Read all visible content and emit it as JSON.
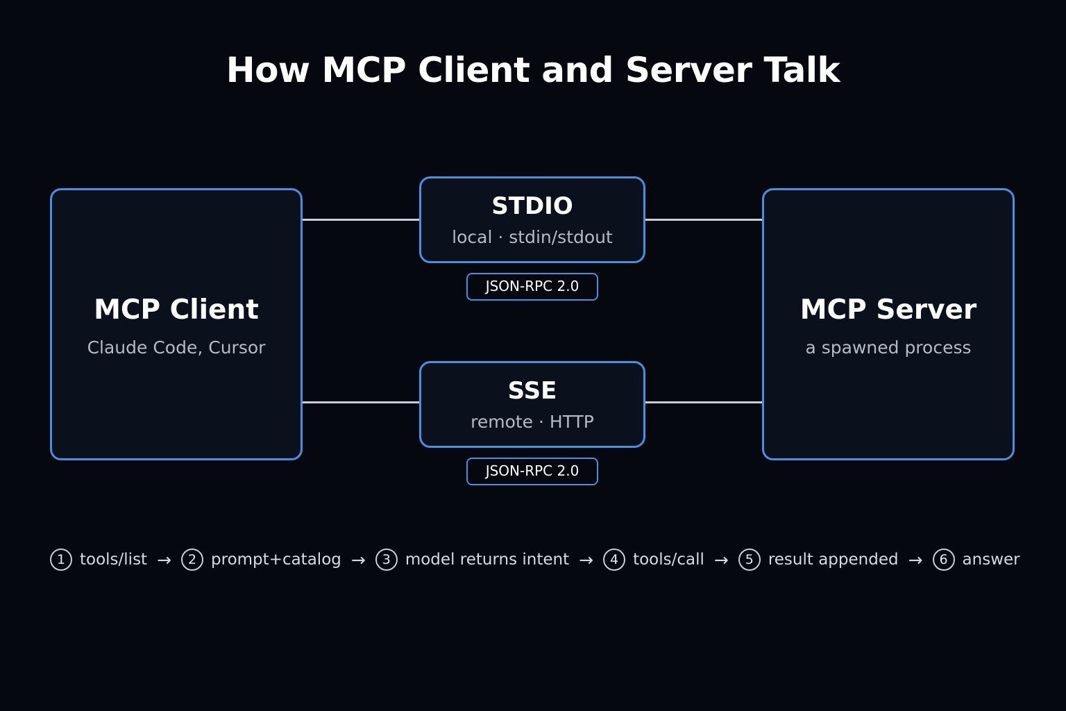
{
  "title": "How MCP Client and Server Talk",
  "client": {
    "name": "MCP Client",
    "subtitle": "Claude Code, Cursor"
  },
  "server": {
    "name": "MCP Server",
    "subtitle": "a spawned process"
  },
  "transports": [
    {
      "name": "STDIO",
      "subtitle": "local · stdin/stdout",
      "protocol": "JSON-RPC 2.0"
    },
    {
      "name": "SSE",
      "subtitle": "remote · HTTP",
      "protocol": "JSON-RPC 2.0"
    }
  ],
  "flow": {
    "arrow": "→",
    "steps": [
      {
        "num": "1",
        "label": "tools/list"
      },
      {
        "num": "2",
        "label": "prompt+catalog"
      },
      {
        "num": "3",
        "label": "model returns intent"
      },
      {
        "num": "4",
        "label": "tools/call"
      },
      {
        "num": "5",
        "label": "result appended"
      },
      {
        "num": "6",
        "label": "answer"
      }
    ]
  },
  "colors": {
    "background": "#05080f",
    "node_border": "#4a8fe0",
    "node_fill": "#0a111d",
    "connector": "#c9ced6",
    "text_primary": "#ffffff",
    "text_secondary": "#b4bac6"
  }
}
